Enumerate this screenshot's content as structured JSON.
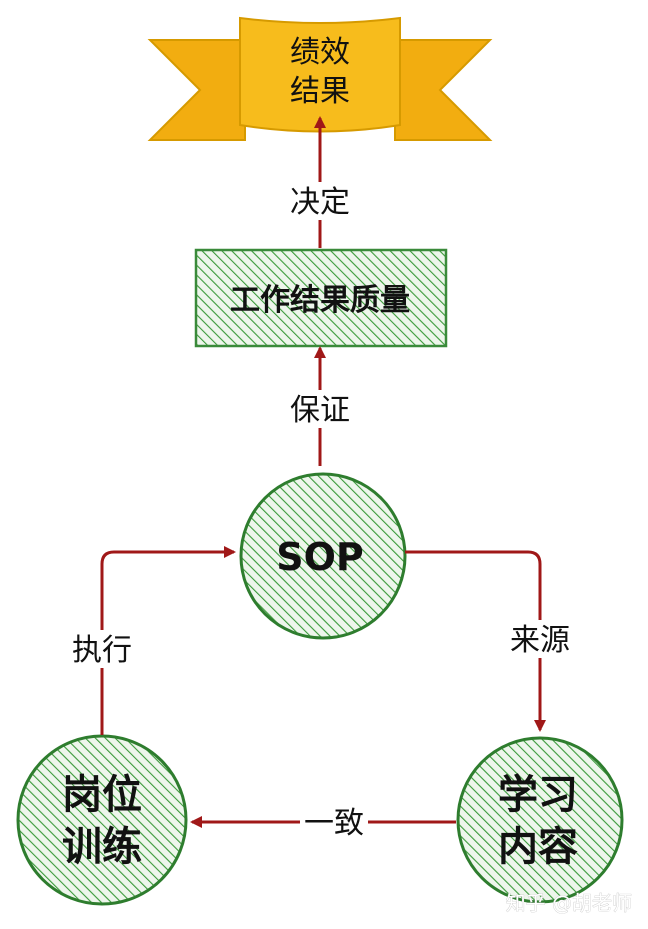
{
  "banner": {
    "line1": "绩效",
    "line2": "结果",
    "fill": "#f7b715",
    "stroke": "#e0a200"
  },
  "edge_decide": {
    "label": "决定"
  },
  "box": {
    "label": "工作结果质量",
    "fill": "#e5f0e2",
    "stroke": "#3a8a3a"
  },
  "edge_guarantee": {
    "label": "保证"
  },
  "sop": {
    "label": "SOP"
  },
  "edge_source": {
    "label": "来源"
  },
  "learning": {
    "line1": "学习",
    "line2": "内容"
  },
  "edge_consistent": {
    "label": "一致"
  },
  "training": {
    "line1": "岗位",
    "line2": "训练"
  },
  "edge_execute": {
    "label": "执行"
  },
  "watermark": {
    "text": "知乎 @胡老师"
  },
  "colors": {
    "arrow": "#a01818",
    "hatch": "#3a9a3a",
    "circle_stroke": "#2e7d2e"
  }
}
